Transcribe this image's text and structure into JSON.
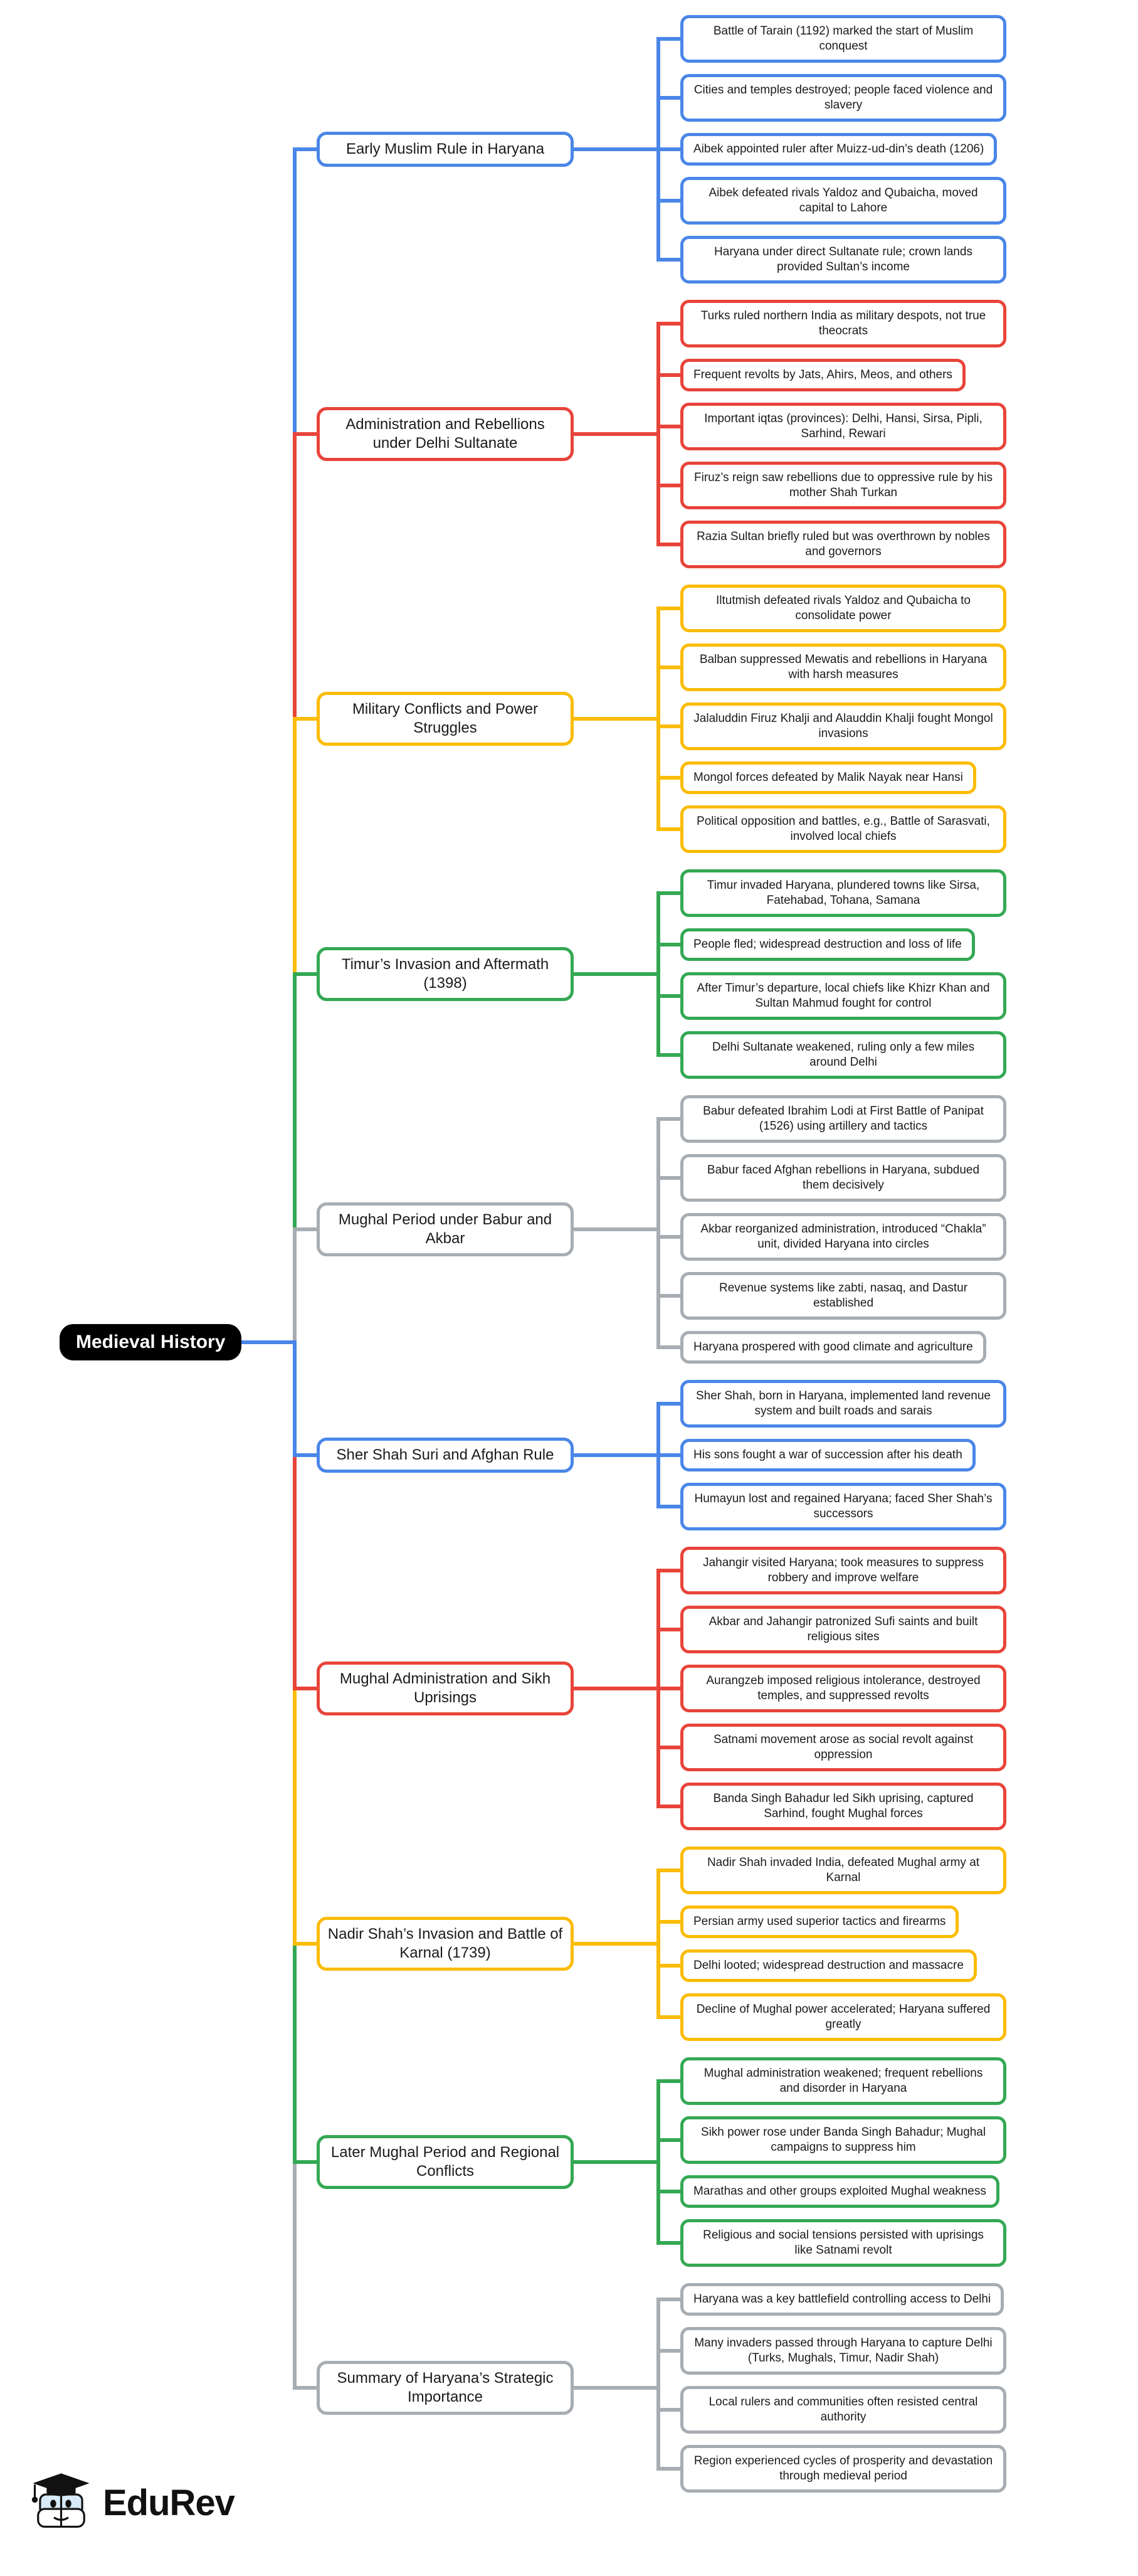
{
  "root": {
    "label": "Medieval History"
  },
  "branding": {
    "name": "EduRev"
  },
  "colors": {
    "blue": "#4a86e8",
    "red": "#e8443a",
    "yellow": "#fbbc05",
    "green": "#34a853",
    "gray": "#a7adb2",
    "root_bg": "#000000",
    "root_text": "#ffffff",
    "node_bg": "#ffffff",
    "text": "#1b1b1b"
  },
  "branches": [
    {
      "label": "Early Muslim Rule in Haryana",
      "color": "blue",
      "leaves": [
        "Battle of Tarain (1192) marked the start of Muslim conquest",
        "Cities and temples destroyed; people faced violence and slavery",
        "Aibek appointed ruler after Muizz-ud-din’s death (1206)",
        "Aibek defeated rivals Yaldoz and Qubaicha, moved capital to Lahore",
        "Haryana under direct Sultanate rule; crown lands provided Sultan’s income"
      ]
    },
    {
      "label": "Administration and Rebellions under Delhi Sultanate",
      "color": "red",
      "leaves": [
        "Turks ruled northern India as military despots, not true theocrats",
        "Frequent revolts by Jats, Ahirs, Meos, and others",
        "Important iqtas (provinces): Delhi, Hansi, Sirsa, Pipli, Sarhind, Rewari",
        "Firuz’s reign saw rebellions due to oppressive rule by his mother Shah Turkan",
        "Razia Sultan briefly ruled but was overthrown by nobles and governors"
      ]
    },
    {
      "label": "Military Conflicts and Power Struggles",
      "color": "yellow",
      "leaves": [
        "Iltutmish defeated rivals Yaldoz and Qubaicha to consolidate power",
        "Balban suppressed Mewatis and rebellions in Haryana with harsh measures",
        "Jalaluddin Firuz Khalji and Alauddin Khalji fought Mongol invasions",
        "Mongol forces defeated by Malik Nayak near Hansi",
        "Political opposition and battles, e.g., Battle of Sarasvati, involved local chiefs"
      ]
    },
    {
      "label": "Timur’s Invasion and Aftermath (1398)",
      "color": "green",
      "leaves": [
        "Timur invaded Haryana, plundered towns like Sirsa, Fatehabad, Tohana, Samana",
        "People fled; widespread destruction and loss of life",
        "After Timur’s departure, local chiefs like Khizr Khan and Sultan Mahmud fought for control",
        "Delhi Sultanate weakened, ruling only a few miles around Delhi"
      ]
    },
    {
      "label": "Mughal Period under Babur and Akbar",
      "color": "gray",
      "leaves": [
        "Babur defeated Ibrahim Lodi at First Battle of Panipat (1526) using artillery and tactics",
        "Babur faced Afghan rebellions in Haryana, subdued them decisively",
        "Akbar reorganized administration, introduced “Chakla” unit, divided Haryana into circles",
        "Revenue systems like zabti, nasaq, and Dastur established",
        "Haryana prospered with good climate and agriculture"
      ]
    },
    {
      "label": "Sher Shah Suri and Afghan Rule",
      "color": "blue",
      "leaves": [
        "Sher Shah, born in Haryana, implemented land revenue system and built roads and sarais",
        "His sons fought a war of succession after his death",
        "Humayun lost and regained Haryana; faced Sher Shah’s successors"
      ]
    },
    {
      "label": "Mughal Administration and Sikh Uprisings",
      "color": "red",
      "leaves": [
        "Jahangir visited Haryana; took measures to suppress robbery and improve welfare",
        "Akbar and Jahangir patronized Sufi saints and built religious sites",
        "Aurangzeb imposed religious intolerance, destroyed temples, and suppressed revolts",
        "Satnami movement arose as social revolt against oppression",
        "Banda Singh Bahadur led Sikh uprising, captured Sarhind, fought Mughal forces"
      ]
    },
    {
      "label": "Nadir Shah’s Invasion and Battle of Karnal (1739)",
      "color": "yellow",
      "leaves": [
        "Nadir Shah invaded India, defeated Mughal army at Karnal",
        "Persian army used superior tactics and firearms",
        "Delhi looted; widespread destruction and massacre",
        "Decline of Mughal power accelerated; Haryana suffered greatly"
      ]
    },
    {
      "label": "Later Mughal Period and Regional Conflicts",
      "color": "green",
      "leaves": [
        "Mughal administration weakened; frequent rebellions and disorder in Haryana",
        "Sikh power rose under Banda Singh Bahadur; Mughal campaigns to suppress him",
        "Marathas and other groups exploited Mughal weakness",
        "Religious and social tensions persisted with uprisings like Satnami revolt"
      ]
    },
    {
      "label": "Summary of Haryana’s Strategic Importance",
      "color": "gray",
      "leaves": [
        "Haryana was a key battlefield controlling access to Delhi",
        "Many invaders passed through Haryana to capture Delhi (Turks, Mughals, Timur, Nadir Shah)",
        "Local rulers and communities often resisted central authority",
        "Region experienced cycles of prosperity and devastation through medieval period"
      ]
    }
  ]
}
